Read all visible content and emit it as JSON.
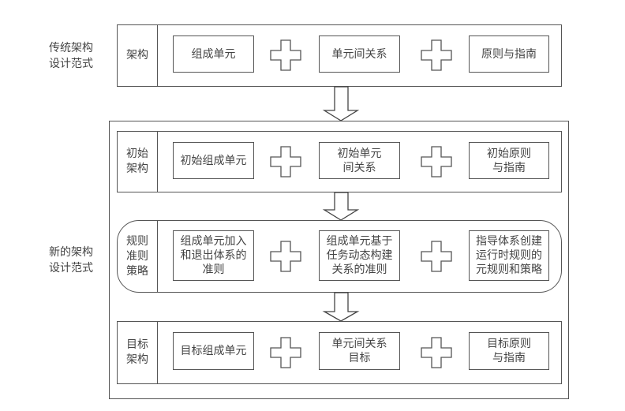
{
  "traditional": {
    "side_label": "传统架构\n设计范式",
    "row": {
      "label": "架构",
      "cells": [
        "组成单元",
        "单元间关系",
        "原则与指南"
      ]
    }
  },
  "new": {
    "side_label": "新的架构\n设计范式",
    "rows": [
      {
        "label": "初始\n架构",
        "cells": [
          "初始组成单元",
          "初始单元\n间关系",
          "初始原则\n与指南"
        ]
      },
      {
        "label": "规则\n准则\n策略",
        "cells": [
          "组成单元加入\n和退出体系的\n准则",
          "组成单元基于\n任务动态构建\n关系的准则",
          "指导体系创建\n运行时规则的\n元规则和策略"
        ]
      },
      {
        "label": "目标\n架构",
        "cells": [
          "目标组成单元",
          "单元间关系\n目标",
          "目标原则\n与指南"
        ]
      }
    ]
  },
  "connectors": {
    "plus_icon": "plus-icon",
    "arrow_icon": "down-arrow-icon"
  }
}
